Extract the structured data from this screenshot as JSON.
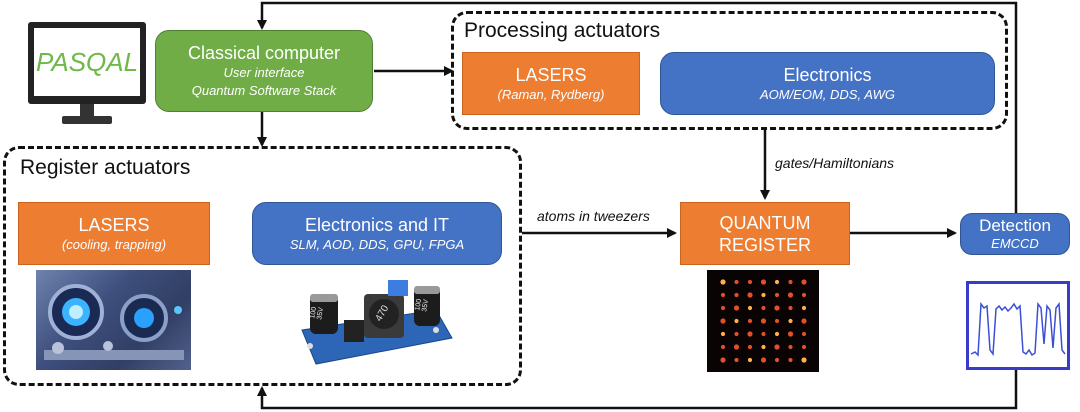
{
  "monitor": {
    "screen_text": "PASQAL"
  },
  "classical": {
    "title": "Classical computer",
    "line1": "User interface",
    "line2": "Quantum Software Stack"
  },
  "processing": {
    "group_title": "Processing actuators",
    "lasers": {
      "title": "LASERS",
      "sub": "(Raman, Rydberg)"
    },
    "electronics": {
      "title": "Electronics",
      "sub": "AOM/EOM,  DDS, AWG"
    }
  },
  "register": {
    "group_title": "Register actuators",
    "lasers": {
      "title": "LASERS",
      "sub": "(cooling, trapping)"
    },
    "electronics": {
      "title": "Electronics and IT",
      "sub": "SLM, AOD, DDS, GPU, FPGA"
    }
  },
  "quantum": {
    "line1": "QUANTUM",
    "line2": "REGISTER"
  },
  "detection": {
    "title": "Detection",
    "sub": "EMCCD"
  },
  "edges": {
    "gates": "gates/Hamiltonians",
    "atoms": "atoms in tweezers"
  },
  "pcb": {
    "cap1": "100\n35V",
    "inductor": "470",
    "cap2": "100\n35V"
  },
  "colors": {
    "orange": "#ED7D31",
    "blue": "#4472C4",
    "green": "#70AD47",
    "trace": "#3b4fd6"
  }
}
